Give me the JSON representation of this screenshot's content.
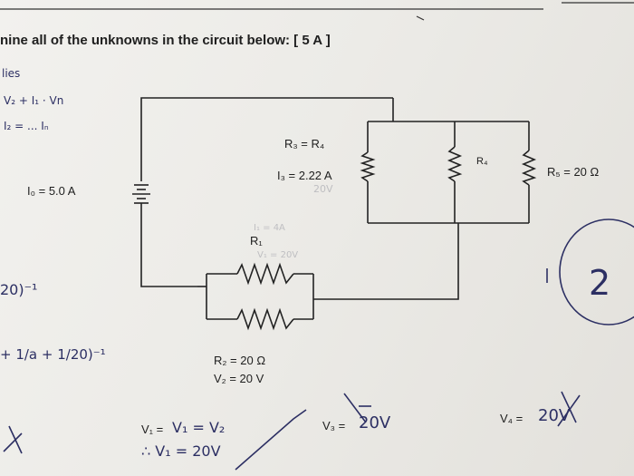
{
  "question": "nine all of the unknowns in the circuit below: [ 5 A ]",
  "circuit": {
    "source_current": "I₀ = 5.0 A",
    "r3_r4_relation": "R₃ = R₄",
    "i3": "I₃ = 2.22 A",
    "r4": "R₄",
    "r5": "R₅ = 20 Ω",
    "r1": "R₁",
    "r2": "R₂ = 20 Ω",
    "v2": "V₂ = 20 V"
  },
  "answers": {
    "v1_label": "V₁ =",
    "v1_work": "V₁ = V₂",
    "v1_result": "∴ V₁ = 20V",
    "v3_label": "V₃ =",
    "v3_answer": "20V",
    "v4_label": "V₄ =",
    "v4_answer": "20V"
  },
  "handwriting": {
    "left_top": "lies",
    "v_eq": "V₂ + I₁ · Vn",
    "i_eq": "I₂ = ... Iₙ",
    "frac1": "20)⁻¹",
    "frac2": "+ 1/a + 1/20)⁻¹",
    "circled": "2",
    "near_r3": "20V",
    "near_r1": "I₁ = 4A",
    "near_r1b": "V₁ = 20V"
  },
  "colors": {
    "ink": "#2c2f63",
    "print": "#1e1e1e"
  }
}
